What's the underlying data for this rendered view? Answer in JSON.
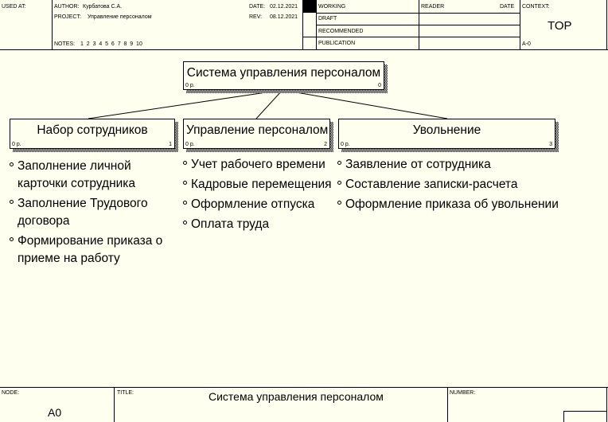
{
  "header": {
    "used_at_label": "USED AT:",
    "author_label": "AUTHOR:",
    "author": "Курбатова С.А.",
    "project_label": "PROJECT:",
    "project": "Управление персоналом",
    "notes_label": "NOTES:",
    "notes": "1  2  3  4  5  6  7  8  9  10",
    "date_label": "DATE:",
    "date": "02.12.2021",
    "rev_label": "REV:",
    "rev": "08.12.2021",
    "status": [
      "WORKING",
      "DRAFT",
      "RECOMMENDED",
      "PUBLICATION"
    ],
    "reader_label": "READER",
    "reader_date_label": "DATE",
    "context_label": "CONTEXT:",
    "context_value": "TOP",
    "context_node": "A-0"
  },
  "diagram": {
    "parent": {
      "title": "Система управления персоналом",
      "cost": "0 р.",
      "number": "0"
    },
    "children": [
      {
        "title": "Набор сотрудников",
        "cost": "0 р.",
        "number": "1"
      },
      {
        "title": "Управление персоналом",
        "cost": "0 р.",
        "number": "2"
      },
      {
        "title": "Увольнение",
        "cost": "0 р.",
        "number": "3"
      }
    ],
    "lists": [
      [
        "Заполнение личной карточки сотрудника",
        "Заполнение Трудового договора",
        "Формирование  приказа о приеме на работу"
      ],
      [
        "Учет рабочего времени",
        "Кадровые перемещения",
        "Оформление отпуска",
        "Оплата труда"
      ],
      [
        "Заявление от сотрудника",
        "Составление записки-расчета",
        "Оформление приказа об увольнении"
      ]
    ]
  },
  "footer": {
    "node_label": "NODE:",
    "node": "A0",
    "title_label": "TITLE:",
    "title": "Система управления персоналом",
    "number_label": "NUMBER:"
  }
}
